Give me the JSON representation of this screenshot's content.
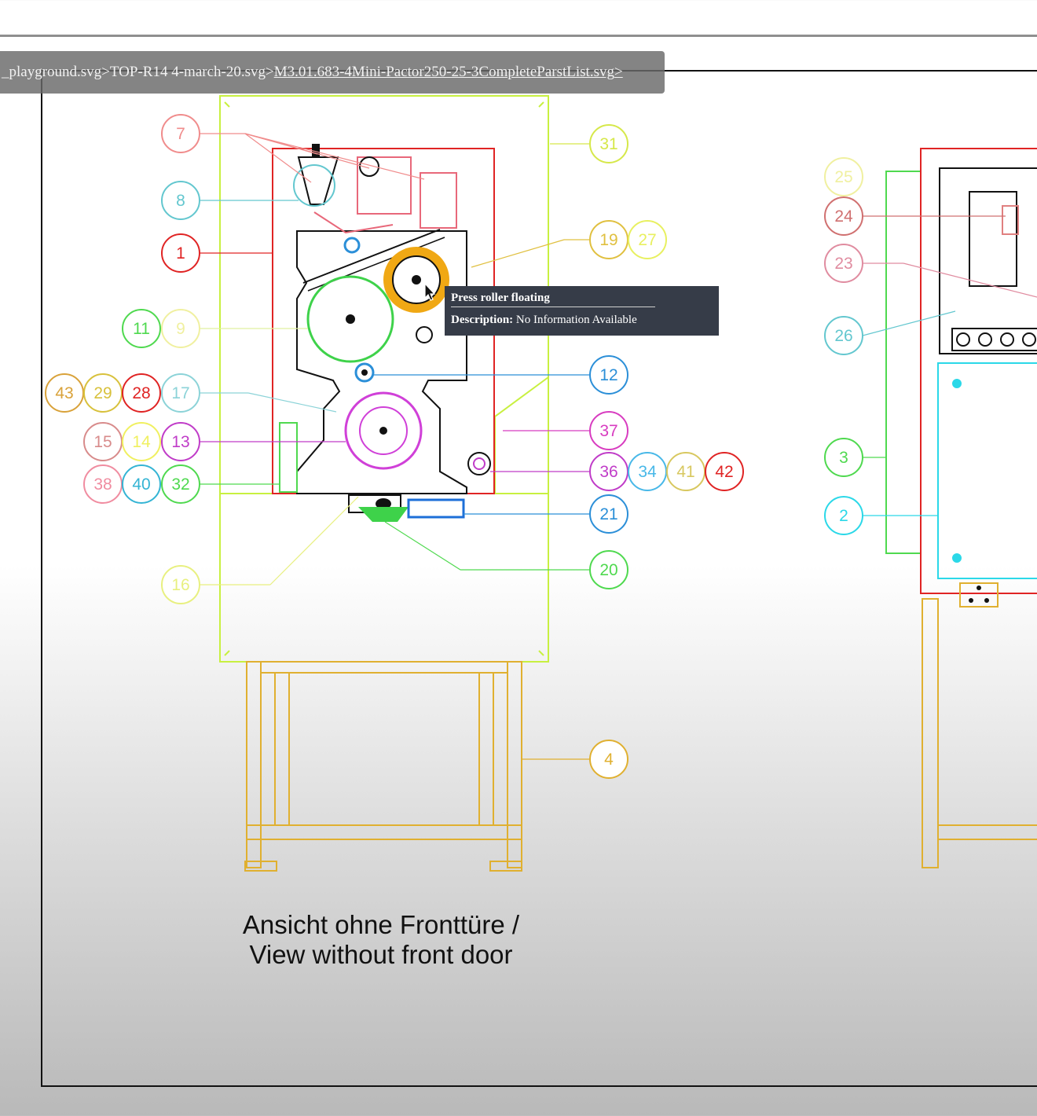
{
  "breadcrumb": {
    "items": [
      "_playground.svg",
      "TOP-R14 4-march-20.svg",
      "M3.01.683-4Mini-Pactor250-25-3CompleteParstList.svg"
    ],
    "separator": ">"
  },
  "tooltip": {
    "title": "Press roller floating",
    "desc_label": "Description:",
    "desc_value": "No Information Available"
  },
  "caption": {
    "line1": "Ansicht ohne Fronttüre /",
    "line2": "View without front door"
  },
  "part_labels": [
    {
      "label": "7",
      "color": "#f08c8c"
    },
    {
      "label": "8",
      "color": "#63c7cf"
    },
    {
      "label": "1",
      "color": "#e02424"
    },
    {
      "label": "11",
      "color": "#4fd94f"
    },
    {
      "label": "9",
      "color": "#f0f0a0"
    },
    {
      "label": "43",
      "color": "#d9a23a"
    },
    {
      "label": "29",
      "color": "#d8c13c"
    },
    {
      "label": "28",
      "color": "#e02424"
    },
    {
      "label": "17",
      "color": "#8cd3d8"
    },
    {
      "label": "15",
      "color": "#d88b8b"
    },
    {
      "label": "14",
      "color": "#f0f060"
    },
    {
      "label": "13",
      "color": "#c03cc8"
    },
    {
      "label": "38",
      "color": "#f08ca0"
    },
    {
      "label": "40",
      "color": "#34b4d4"
    },
    {
      "label": "32",
      "color": "#4fd94f"
    },
    {
      "label": "16",
      "color": "#e8f080"
    },
    {
      "label": "31",
      "color": "#d6e84a"
    },
    {
      "label": "19",
      "color": "#e0c040"
    },
    {
      "label": "27",
      "color": "#e8f060"
    },
    {
      "label": "12",
      "color": "#2b8fd8"
    },
    {
      "label": "37",
      "color": "#d83cc0"
    },
    {
      "label": "36",
      "color": "#c03cc8"
    },
    {
      "label": "34",
      "color": "#48b8e8"
    },
    {
      "label": "41",
      "color": "#d8c860"
    },
    {
      "label": "42",
      "color": "#e02424"
    },
    {
      "label": "21",
      "color": "#2b8fd8"
    },
    {
      "label": "20",
      "color": "#4fd94f"
    },
    {
      "label": "4",
      "color": "#e0b030"
    },
    {
      "label": "25",
      "color": "#f0f0a0"
    },
    {
      "label": "24",
      "color": "#d07070"
    },
    {
      "label": "23",
      "color": "#e08ca0"
    },
    {
      "label": "26",
      "color": "#63c7cf"
    },
    {
      "label": "3",
      "color": "#4fd94f"
    },
    {
      "label": "2",
      "color": "#2bd8e8"
    }
  ],
  "colors": {
    "cabinet": "#c8f040",
    "frame_red": "#e02424",
    "stand": "#e0b030",
    "machine": "#111111"
  }
}
